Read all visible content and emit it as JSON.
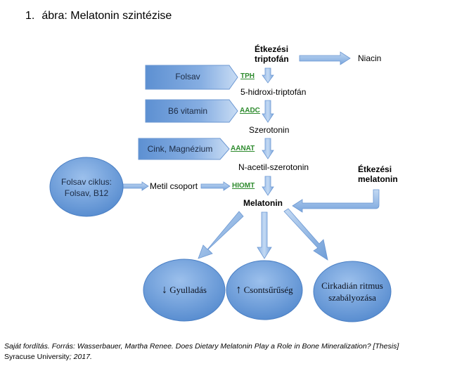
{
  "figure": {
    "number": "1.",
    "title": "ábra: Melatonin szintézise"
  },
  "nodes": {
    "dietary_tryptophan_l1": "Étkezési",
    "dietary_tryptophan_l2": "triptofán",
    "niacin": "Niacin",
    "hydroxytryptophan": "5-hidroxi-triptofán",
    "serotonin": "Szerotonin",
    "acetylserotonin": "N-acetil-szerotonin",
    "melatonin": "Melatonin",
    "dietary_melatonin_l1": "Étkezési",
    "dietary_melatonin_l2": "melatonin",
    "methyl_group": "Metil csoport"
  },
  "enzymes": {
    "tph": "TPH",
    "aadc": "AADC",
    "aanat": "AANAT",
    "hiomt": "HIOMT"
  },
  "cofactors": {
    "folate": "Folsav",
    "b6": "B6 vitamin",
    "zinc_mg": "Cink, Magnézium"
  },
  "folate_cycle": {
    "line1": "Folsav ciklus:",
    "line2": "Folsav, B12"
  },
  "effects": {
    "inflammation_arrow": "↓",
    "inflammation": "Gyulladás",
    "bone_density_arrow": "↑",
    "bone_density": "Csontsűrűség",
    "circadian_l1": "Cirkadián ritmus",
    "circadian_l2": "szabályozása"
  },
  "caption": {
    "italic_part": "Saját fordítás. Forrás: Wasserbauer, Martha Renee. Does Dietary Melatonin Play a Role in Bone Mineralization? [Thesis]",
    "source_line2_a": "Syracuse University",
    "source_line2_b": "; 2017."
  },
  "colors": {
    "arrow_light": "#a9c6ea",
    "arrow_dark": "#5b8fd0",
    "shape_fill_light": "#b3cdef",
    "shape_fill_dark": "#5a8fd3",
    "enzyme_green": "#2e8b2e"
  }
}
